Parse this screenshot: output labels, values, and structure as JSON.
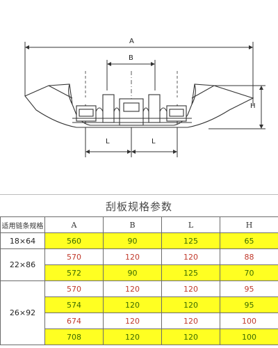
{
  "drawing": {
    "dim_A": "A",
    "dim_B": "B",
    "dim_H": "H",
    "dim_L1": "L",
    "dim_L2": "L"
  },
  "table": {
    "title": "刮板规格参数",
    "headers": [
      "适用链条规格",
      "A",
      "B",
      "L",
      "H"
    ],
    "groups": [
      {
        "spec": "18×64",
        "rows": [
          {
            "style": "yellow",
            "values": [
              "560",
              "90",
              "125",
              "65"
            ]
          }
        ]
      },
      {
        "spec": "22×86",
        "rows": [
          {
            "style": "white",
            "values": [
              "570",
              "120",
              "120",
              "88"
            ]
          },
          {
            "style": "yellow",
            "values": [
              "572",
              "90",
              "125",
              "70"
            ]
          }
        ]
      },
      {
        "spec": "26×92",
        "rows": [
          {
            "style": "white",
            "values": [
              "570",
              "120",
              "120",
              "95"
            ]
          },
          {
            "style": "yellow",
            "values": [
              "574",
              "120",
              "120",
              "95"
            ]
          },
          {
            "style": "white",
            "values": [
              "674",
              "120",
              "120",
              "100"
            ]
          },
          {
            "style": "yellow",
            "values": [
              "708",
              "120",
              "120",
              "100"
            ]
          }
        ]
      }
    ]
  },
  "colors": {
    "highlight": "#ffff22",
    "value_on_highlight": "#3a6b00",
    "value_on_white": "#c0392b"
  }
}
